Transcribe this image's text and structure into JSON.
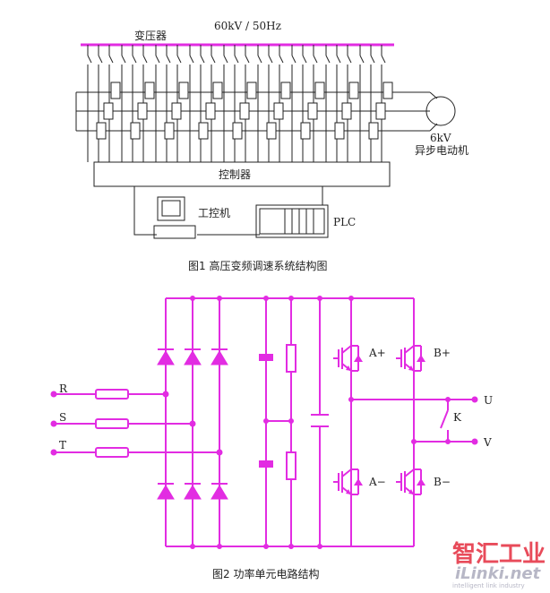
{
  "figure1": {
    "supply_label": "60kV / 50Hz",
    "transformer_label": "变压器",
    "motor_label_line1": "6kV",
    "motor_label_line2": "异步电动机",
    "controller_label": "控制器",
    "ipc_label": "工控机",
    "plc_label": "PLC",
    "caption": "图1  高压变频调速系统结构图"
  },
  "figure2": {
    "inputs": [
      "R",
      "S",
      "T"
    ],
    "switches": [
      "A+",
      "B+",
      "A−",
      "B−"
    ],
    "outputs": [
      "U",
      "V"
    ],
    "switch_label": "K",
    "caption": "图2  功率单元电路结构"
  },
  "watermark": {
    "brand": "智汇工业",
    "site": "iLinki.net",
    "slogan": "intelligent link industry",
    "color": "#e84b5a"
  },
  "colors": {
    "circuit": "#e22ce2",
    "ink": "#222222"
  }
}
